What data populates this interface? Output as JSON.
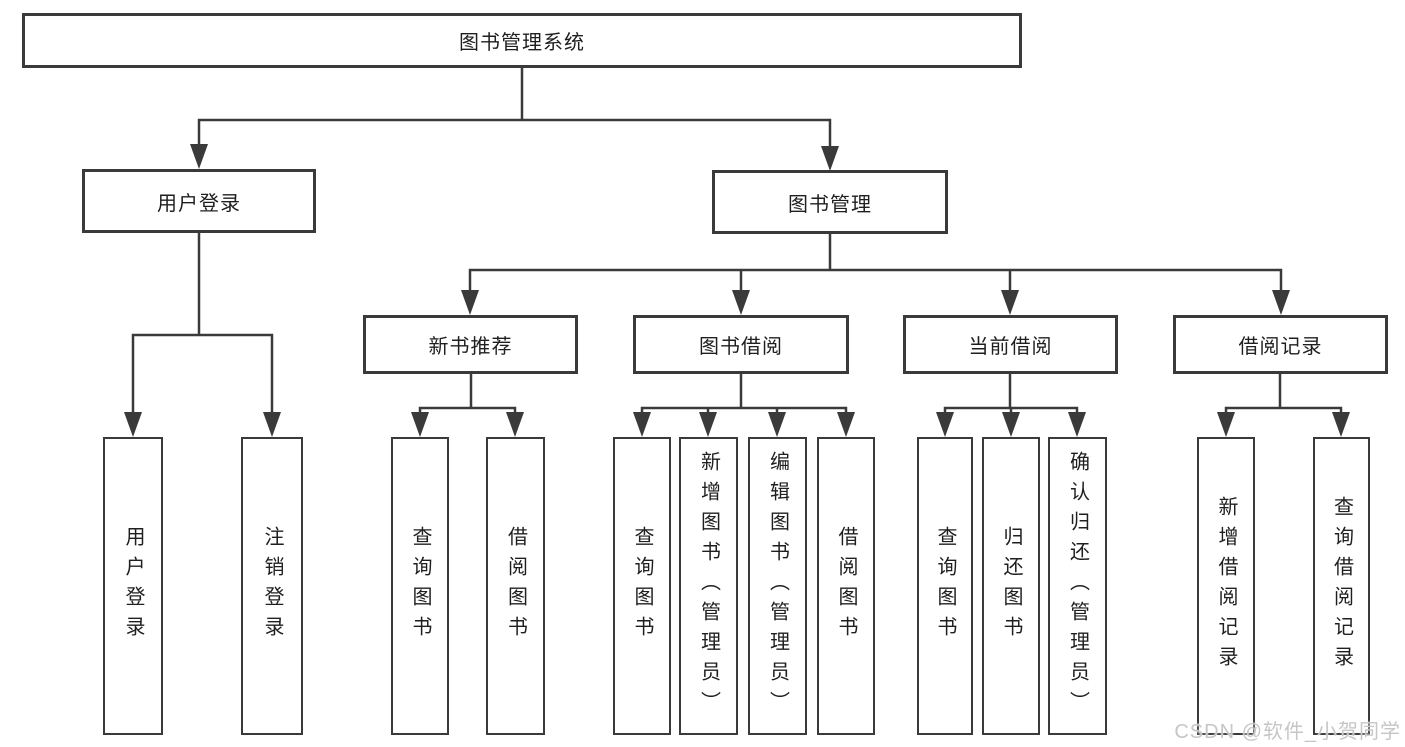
{
  "tree": {
    "root": {
      "label": "图书管理系统",
      "children": [
        {
          "label": "用户登录",
          "children": [
            {
              "label": "用户登录"
            },
            {
              "label": "注销登录"
            }
          ]
        },
        {
          "label": "图书管理",
          "children": [
            {
              "label": "新书推荐",
              "children": [
                {
                  "label": "查询图书"
                },
                {
                  "label": "借阅图书"
                }
              ]
            },
            {
              "label": "图书借阅",
              "children": [
                {
                  "label": "查询图书"
                },
                {
                  "label": "新增图书（管理员）"
                },
                {
                  "label": "编辑图书（管理员）"
                },
                {
                  "label": "借阅图书"
                }
              ]
            },
            {
              "label": "当前借阅",
              "children": [
                {
                  "label": "查询图书"
                },
                {
                  "label": "归还图书"
                },
                {
                  "label": "确认归还（管理员）"
                }
              ]
            },
            {
              "label": "借阅记录",
              "children": [
                {
                  "label": "新增借阅记录"
                },
                {
                  "label": "查询借阅记录"
                }
              ]
            }
          ]
        }
      ]
    }
  },
  "watermark": {
    "text": "CSDN @软件_小贺同学"
  },
  "colors": {
    "line": "#3a3a3a",
    "box_border": "#3a3a3a",
    "text": "#1f1f1f",
    "watermark": "#c6c6c6",
    "background": "#ffffff"
  }
}
